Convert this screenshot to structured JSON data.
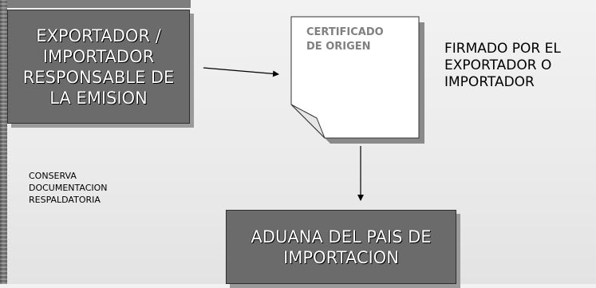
{
  "diagram": {
    "exporter_box": {
      "label": "EXPORTADOR /\nIMPORTADOR\nRESPONSABLE DE\nLA EMISION"
    },
    "certificate_doc": {
      "label": "CERTIFICADO\nDE ORIGEN"
    },
    "signed_note": {
      "label": "FIRMADO POR EL\nEXPORTADOR O\nIMPORTADOR"
    },
    "keeps_note": {
      "label": "CONSERVA\nDOCUMENTACION\nRESPALDATORIA"
    },
    "customs_box": {
      "label": "ADUANA DEL PAIS DE\nIMPORTACION"
    }
  },
  "colors": {
    "box_fill": "#6b6b6b",
    "box_shadow": "#9a9a9a",
    "box_text": "#ffffff",
    "doc_fill": "#ffffff",
    "doc_title": "#808080",
    "arrow": "#000000",
    "background": "#eeeeee"
  }
}
